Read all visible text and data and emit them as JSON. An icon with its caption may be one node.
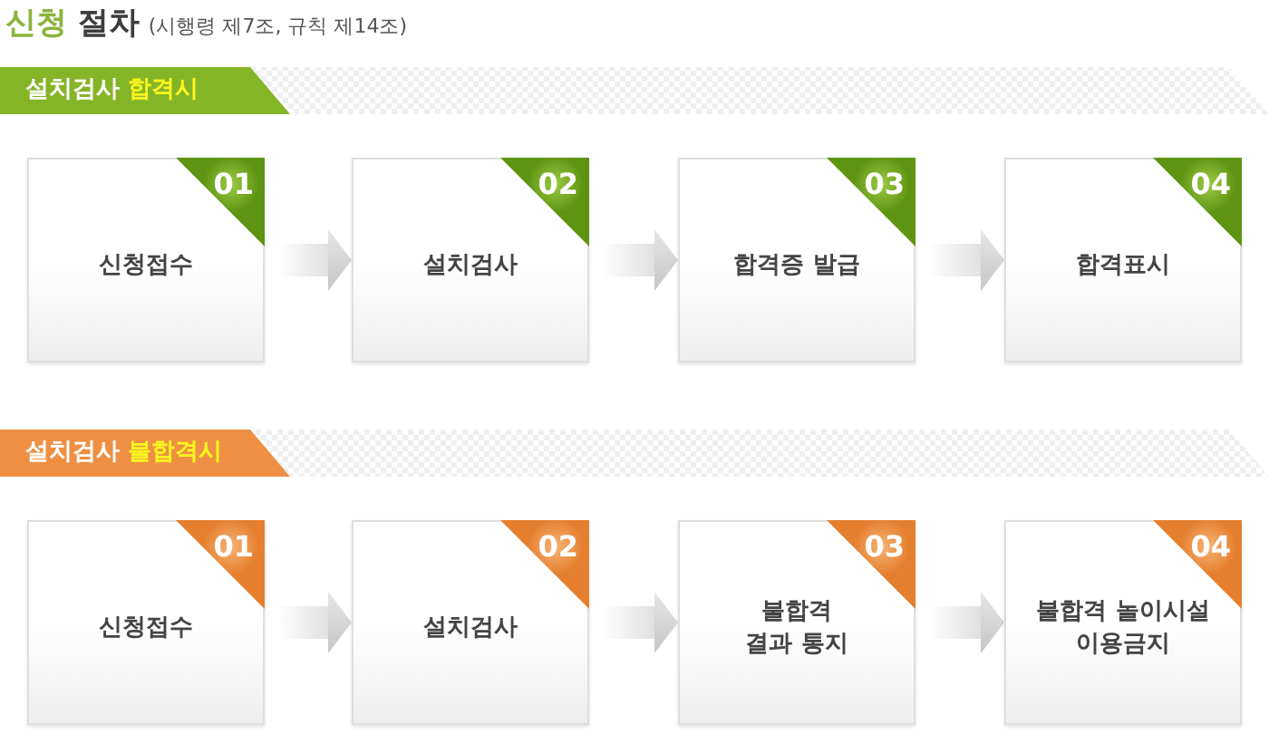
{
  "diagram": {
    "title": "신청 절차",
    "nodes": [
      {
        "text": [
          "설치검사 **합격시**"
        ]
      },
      {
        "text": [
          "01",
          "신청접수"
        ]
      },
      {
        "text": [
          "02",
          "설치검사"
        ]
      },
      {
        "text": [
          "03",
          "합격증 발급"
        ]
      },
      {
        "text": [
          "04",
          "합격표시"
        ]
      },
      {
        "text": [
          "설치검사 **불합격시**"
        ]
      },
      {
        "text": [
          "01",
          "신청접수"
        ]
      },
      {
        "text": [
          "02",
          "설치검사"
        ]
      },
      {
        "text": [
          "03",
          "불합격 결과 통지"
        ]
      },
      {
        "text": [
          "04",
          "불합격 놀이시설 이용금지"
        ]
      }
    ],
    "edges": [
      {
        "from": 1,
        "to": 2,
        "arrow": "to"
      },
      {
        "from": 2,
        "to": 3,
        "arrow": "to"
      },
      {
        "from": 3,
        "to": 4,
        "arrow": "to"
      },
      {
        "from": 6,
        "to": 7,
        "arrow": "to"
      },
      {
        "from": 7,
        "to": 8,
        "arrow": "to"
      },
      {
        "from": 8,
        "to": 9,
        "arrow": "to"
      }
    ],
    "labels": [
      "(시행령 제7조, 규칙 제14조)"
    ]
  }
}
